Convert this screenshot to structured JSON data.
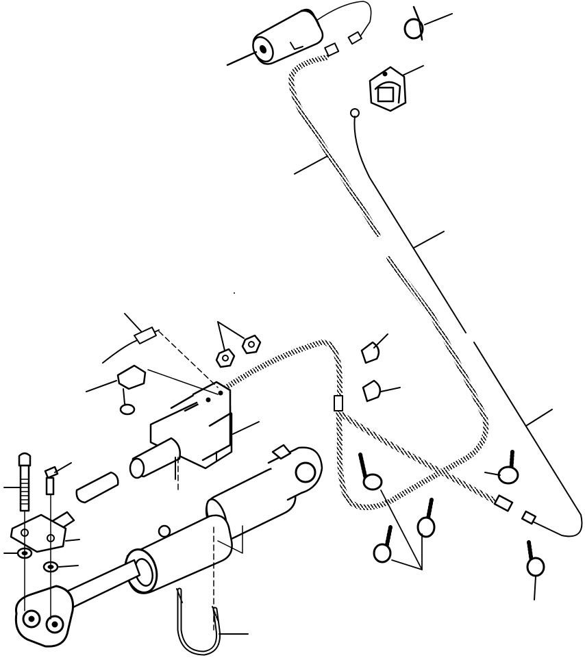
{
  "diagram": {
    "kind": "exploded parts illustration",
    "ink_color": "#000000",
    "paper_color": "#ffffff",
    "labels": []
  },
  "parts": [
    {
      "id": "alarm-cylinder",
      "icon": "cylinder-icon"
    },
    {
      "id": "hose-clip-top",
      "icon": "clip-icon"
    },
    {
      "id": "switch-unit",
      "icon": "switch-icon"
    },
    {
      "id": "coil-harness",
      "icon": "harness-icon"
    },
    {
      "id": "plain-wire",
      "icon": "wire-icon"
    },
    {
      "id": "cable-clamps",
      "icon": "clamp-icon"
    },
    {
      "id": "tie-wraps",
      "icon": "tie-wrap-icon"
    },
    {
      "id": "bracket-assembly",
      "icon": "bracket-icon"
    },
    {
      "id": "hydraulic-cylinder",
      "icon": "cylinder-icon"
    },
    {
      "id": "u-bolt",
      "icon": "u-bolt-icon"
    },
    {
      "id": "bolts-and-plate",
      "icon": "bolt-icon"
    }
  ]
}
